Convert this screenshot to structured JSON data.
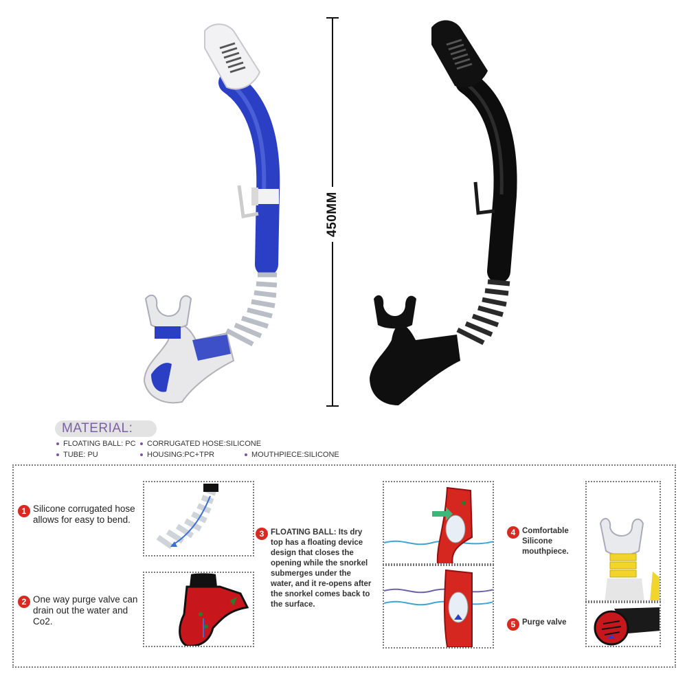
{
  "dimension": {
    "label": "450MM"
  },
  "material": {
    "title": "MATERIAL:",
    "items": [
      {
        "label": "FLOATING BALL: PC"
      },
      {
        "label": "CORRUGATED HOSE:SILICONE"
      },
      {
        "label": "TUBE: PU"
      },
      {
        "label": "HOUSING:PC+TPR"
      },
      {
        "label": "MOUTHPIECE:SILICONE"
      }
    ]
  },
  "features": [
    {
      "number": "1",
      "text": "Silicone corrugated hose allows for easy to bend."
    },
    {
      "number": "2",
      "text": "One way purge valve can drain out the water and Co2."
    },
    {
      "number": "3",
      "text": "FLOATING BALL: Its dry top has a floating device design that closes the opening while the snorkel submerges under the water, and it re-opens after the snorkel comes back to the surface."
    },
    {
      "number": "4",
      "text": "Comfortable Silicone mouthpiece."
    },
    {
      "number": "5",
      "text": "Purge valve"
    }
  ],
  "colors": {
    "blue_tube": "#2a3fc4",
    "black_tube": "#0d0d0d",
    "badge_red": "#d82a20",
    "material_title": "#7a5fa3",
    "valve_red": "#c8161d"
  }
}
